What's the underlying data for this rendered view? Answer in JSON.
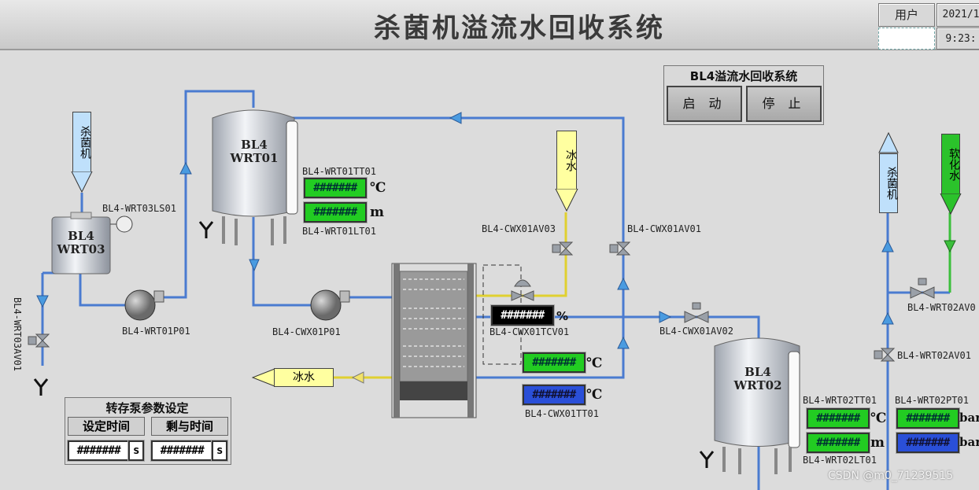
{
  "header": {
    "title": "杀菌机溢流水回收系统",
    "user_label": "用户",
    "user_value": "",
    "date": "2021/1",
    "time": "9:23:"
  },
  "control_panel": {
    "title": "BL4溢流水回收系统",
    "start_label": "启 动",
    "stop_label": "停 止"
  },
  "pump_params": {
    "title": "转存泵参数设定",
    "set_time_label": "设定时间",
    "remain_time_label": "剩与时间",
    "set_time_value": "#######",
    "remain_time_value": "#######",
    "unit": "s"
  },
  "tanks": {
    "wrt01": "BL4\nWRT01",
    "wrt03": "BL4\nWRT03",
    "wrt02": "BL4\nWRT02"
  },
  "sources": {
    "sterilizer_left": "杀菌机",
    "ice_water_top": "冰水",
    "sterilizer_right": "杀菌机",
    "soft_water": "软化水",
    "ice_water_out": "冰水"
  },
  "tags": {
    "wrt03ls01": "BL4-WRT03LS01",
    "wrt01tt01": "BL4-WRT01TT01",
    "wrt01lt01": "BL4-WRT01LT01",
    "wrt03av01": "BL4-WRT03AV01",
    "wrt01p01": "BL4-WRT01P01",
    "cwx01p01": "BL4-CWX01P01",
    "cwx01av03": "BL4-CWX01AV03",
    "cwx01av01": "BL4-CWX01AV01",
    "cwx01tcv01": "BL4-CWX01TCV01",
    "cwx01av02": "BL4-CWX01AV02",
    "cwx01tt01": "BL4-CWX01TT01",
    "wrt02tt01": "BL4-WRT02TT01",
    "wrt02lt01": "BL4-WRT02LT01",
    "wrt02pt01": "BL4-WRT02PT01",
    "wrt02av01": "BL4-WRT02AV01",
    "wrt02av02": "BL4-WRT02AV0"
  },
  "displays": {
    "wrt01_temp": "#######",
    "wrt01_level": "#######",
    "tcv01": "#######",
    "cwx_temp_green": "#######",
    "cwx_temp_blue": "#######",
    "wrt02_temp": "#######",
    "wrt02_level": "#######",
    "wrt02_press_green": "#######",
    "wrt02_press_blue": "#######"
  },
  "units": {
    "celsius": "℃",
    "meter": "m",
    "percent": "%",
    "bar": "bar"
  },
  "watermark": "CSDN @m0_71239515",
  "colors": {
    "pipe_blue": "#4a7bd0",
    "ice_line": "#d8c830",
    "soft_line": "#3bbf3b",
    "display_green": "#22cc22",
    "display_blue": "#2a4fd8"
  }
}
